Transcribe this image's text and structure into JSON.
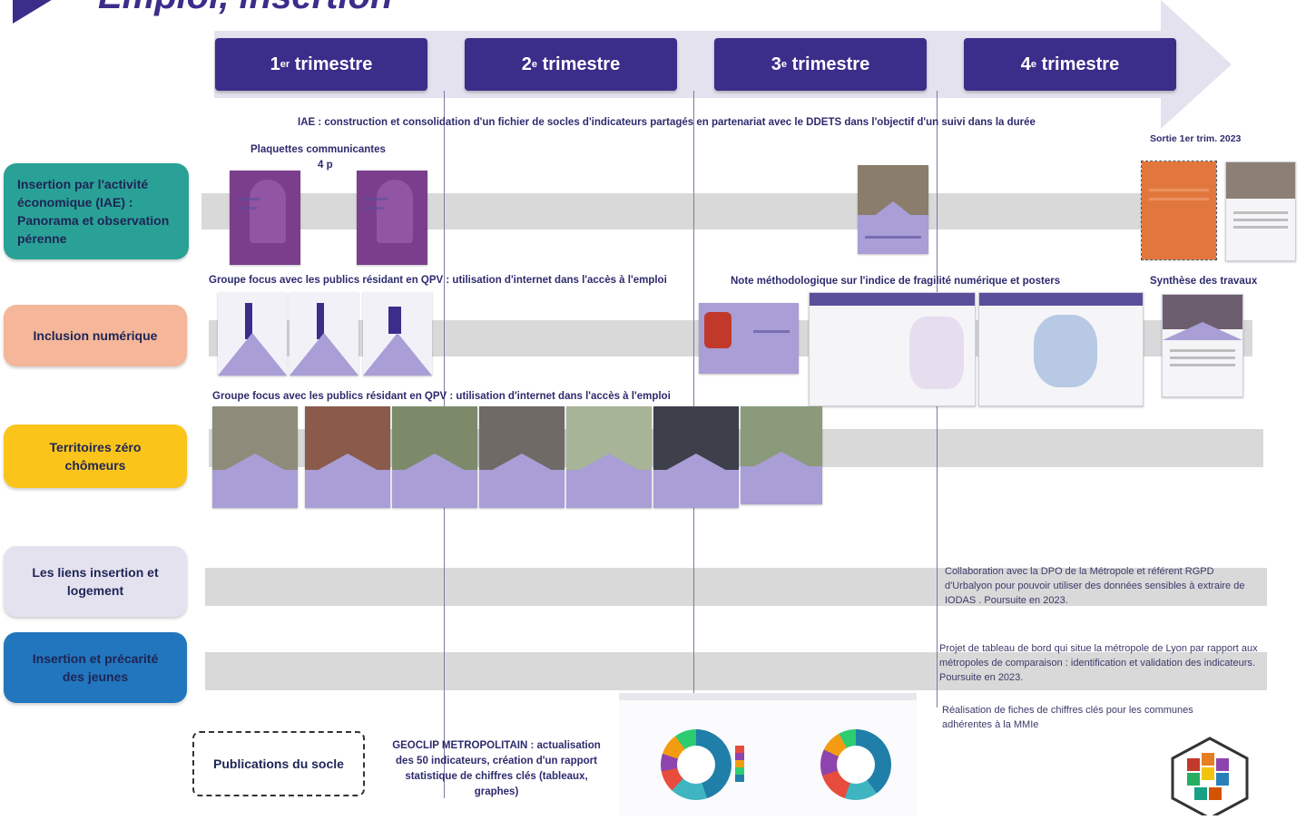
{
  "title": "Emploi, insertion",
  "quarters": [
    {
      "num": "1",
      "sup": "er",
      "label": "trimestre"
    },
    {
      "num": "2",
      "sup": "e",
      "label": "trimestre"
    },
    {
      "num": "3",
      "sup": "e",
      "label": "trimestre"
    },
    {
      "num": "4",
      "sup": "e",
      "label": "trimestre"
    }
  ],
  "iae_note": "IAE : construction et consolidation d'un fichier de socles d'indicateurs partagés en partenariat avec le DDETS dans l'objectif d'un suivi dans la durée",
  "rows": {
    "iae": "Insertion par l'activité économique (IAE) : Panorama et observation pérenne",
    "numerique": "Inclusion numérique",
    "tzc": "Territoires zéro chômeurs",
    "logement": "Les liens insertion et logement",
    "jeunes": "Insertion et précarité des jeunes"
  },
  "annotations": {
    "plaquettes": "Plaquettes communicantes",
    "plaquettes_pages": "4 p",
    "sortie": "Sortie 1er trim. 2023",
    "groupe_focus_1": "Groupe focus avec les publics résidant en QPV : utilisation d'internet dans l'accès à l'emploi",
    "note_methodo": "Note méthodologique sur l'indice de fragilité numérique et posters",
    "synthese": "Synthèse des travaux",
    "groupe_focus_2": "Groupe focus avec les publics résidant en QPV : utilisation d'internet dans l'accès à l'emploi",
    "collab": "Collaboration avec la DPO de la Métropole et référent RGPD d'Urbalyon pour pouvoir utiliser des données sensibles à extraire de IODAS . Poursuite en 2023.",
    "projet": "Projet de tableau de bord qui situe la métropole de Lyon par rapport aux métropoles de comparaison : identification et validation des indicateurs. Poursuite en 2023.",
    "fiches": "Réalisation de fiches de chiffres clés pour les communes adhérentes à la MMIe"
  },
  "legend": {
    "publications": "Publications du socle",
    "geoclip": "GEOCLIP METROPOLITAIN : actualisation des 50 indicateurs, création d'un rapport statistique de chiffres clés (tableaux, graphes)"
  },
  "colors": {
    "navy": "#3b2d8a",
    "teal": "#2aa197",
    "salmon": "#f5b699",
    "yellow": "#fbc41a",
    "lavender": "#e5e2ef",
    "blue": "#2276bd"
  }
}
